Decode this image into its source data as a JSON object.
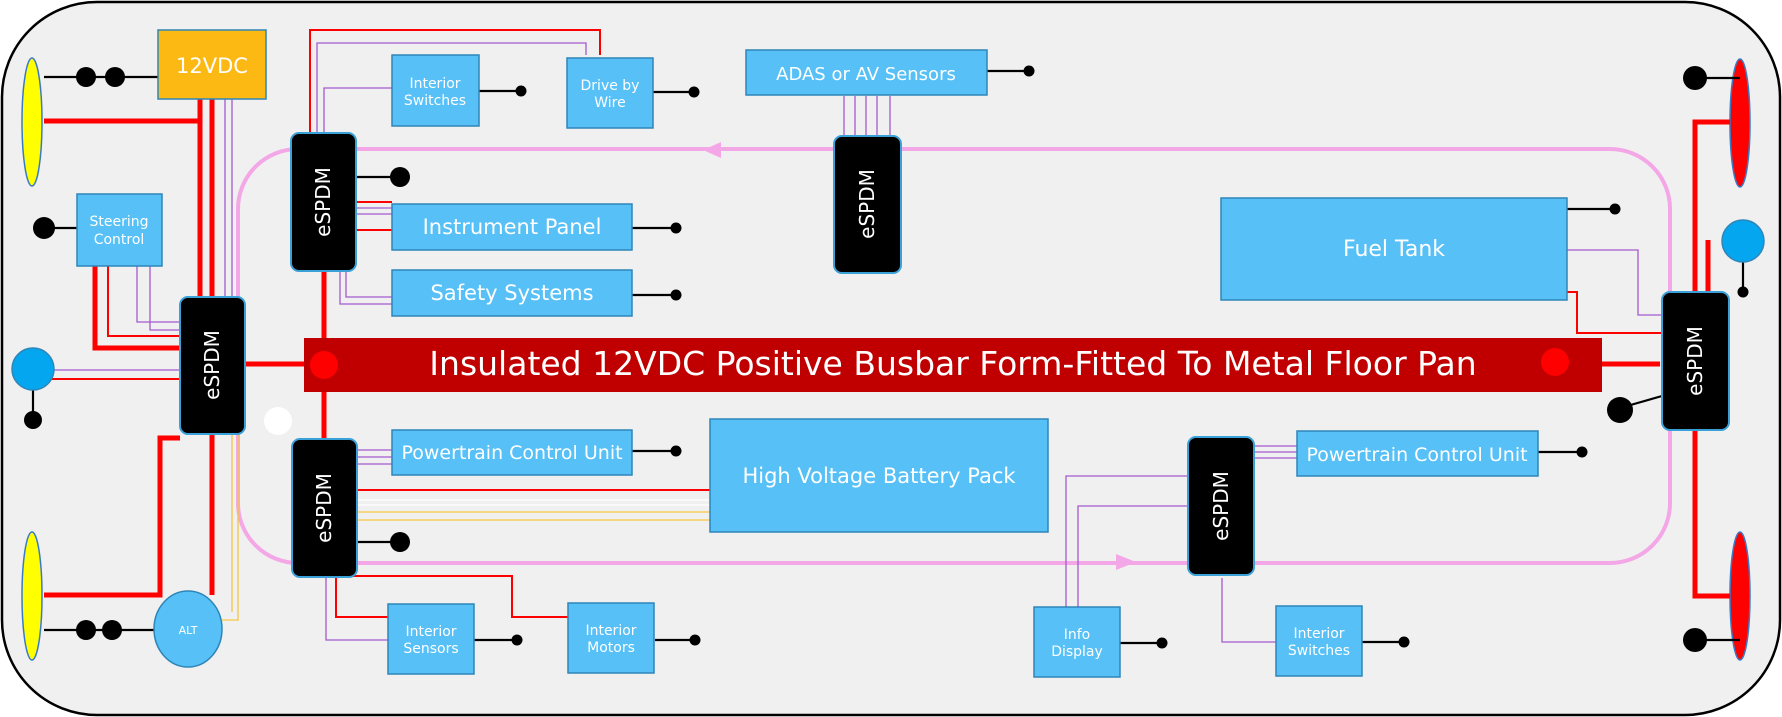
{
  "busbar": {
    "label": "Insulated 12VDC Positive Busbar Form-Fitted To Metal Floor Pan"
  },
  "power_source": {
    "label": "12VDC",
    "color": "#fdb913"
  },
  "alternator": {
    "label": "ALT"
  },
  "controllers": {
    "label": "eSPDM"
  },
  "components": {
    "steering_control": [
      "Steering",
      "Control"
    ],
    "interior_switches_top": [
      "Interior",
      "Switches"
    ],
    "drive_by_wire": [
      "Drive by",
      "Wire"
    ],
    "adas_sensors": "ADAS or AV Sensors",
    "instrument_panel": "Instrument Panel",
    "safety_systems": "Safety Systems",
    "fuel_tank": "Fuel Tank",
    "powertrain_control_left": "Powertrain Control Unit",
    "hv_battery": "High Voltage Battery Pack",
    "powertrain_control_right": "Powertrain Control Unit",
    "interior_sensors": [
      "Interior",
      "Sensors"
    ],
    "interior_motors": [
      "Interior",
      "Motors"
    ],
    "info_display": [
      "Info",
      "Display"
    ],
    "interior_switches_bottom": [
      "Interior",
      "Switches"
    ]
  },
  "colors": {
    "component_fill": "#56c0f7",
    "busbar_fill": "#c00000",
    "power_wire": "#ff0000",
    "signal_wire": "#a45ad0",
    "loop": "#f4a7e6",
    "headlamp": "#ffff00",
    "taillamp": "#ff0000",
    "chassis": "#f0f0f0"
  }
}
